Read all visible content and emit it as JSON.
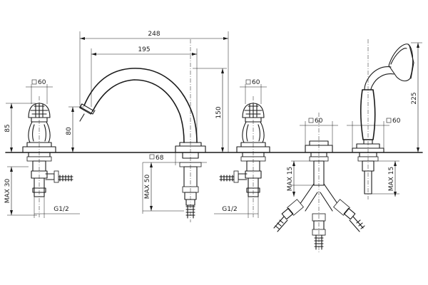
{
  "labels": {
    "dim_248": "248",
    "dim_195": "195",
    "dim_150": "150",
    "dim_80": "80",
    "dim_85": "85",
    "dim_225": "225",
    "sq60_handle": "60",
    "sq68_spout": "68",
    "sq60_handle_right": "60",
    "sq60_diverter": "60",
    "sq60_shower": "60",
    "max30": "MAX 30",
    "max50": "MAX 50",
    "max15_diverter": "MAX 15",
    "max15_shower": "MAX 15",
    "g12_left": "G1/2",
    "g12_right": "G1/2"
  }
}
